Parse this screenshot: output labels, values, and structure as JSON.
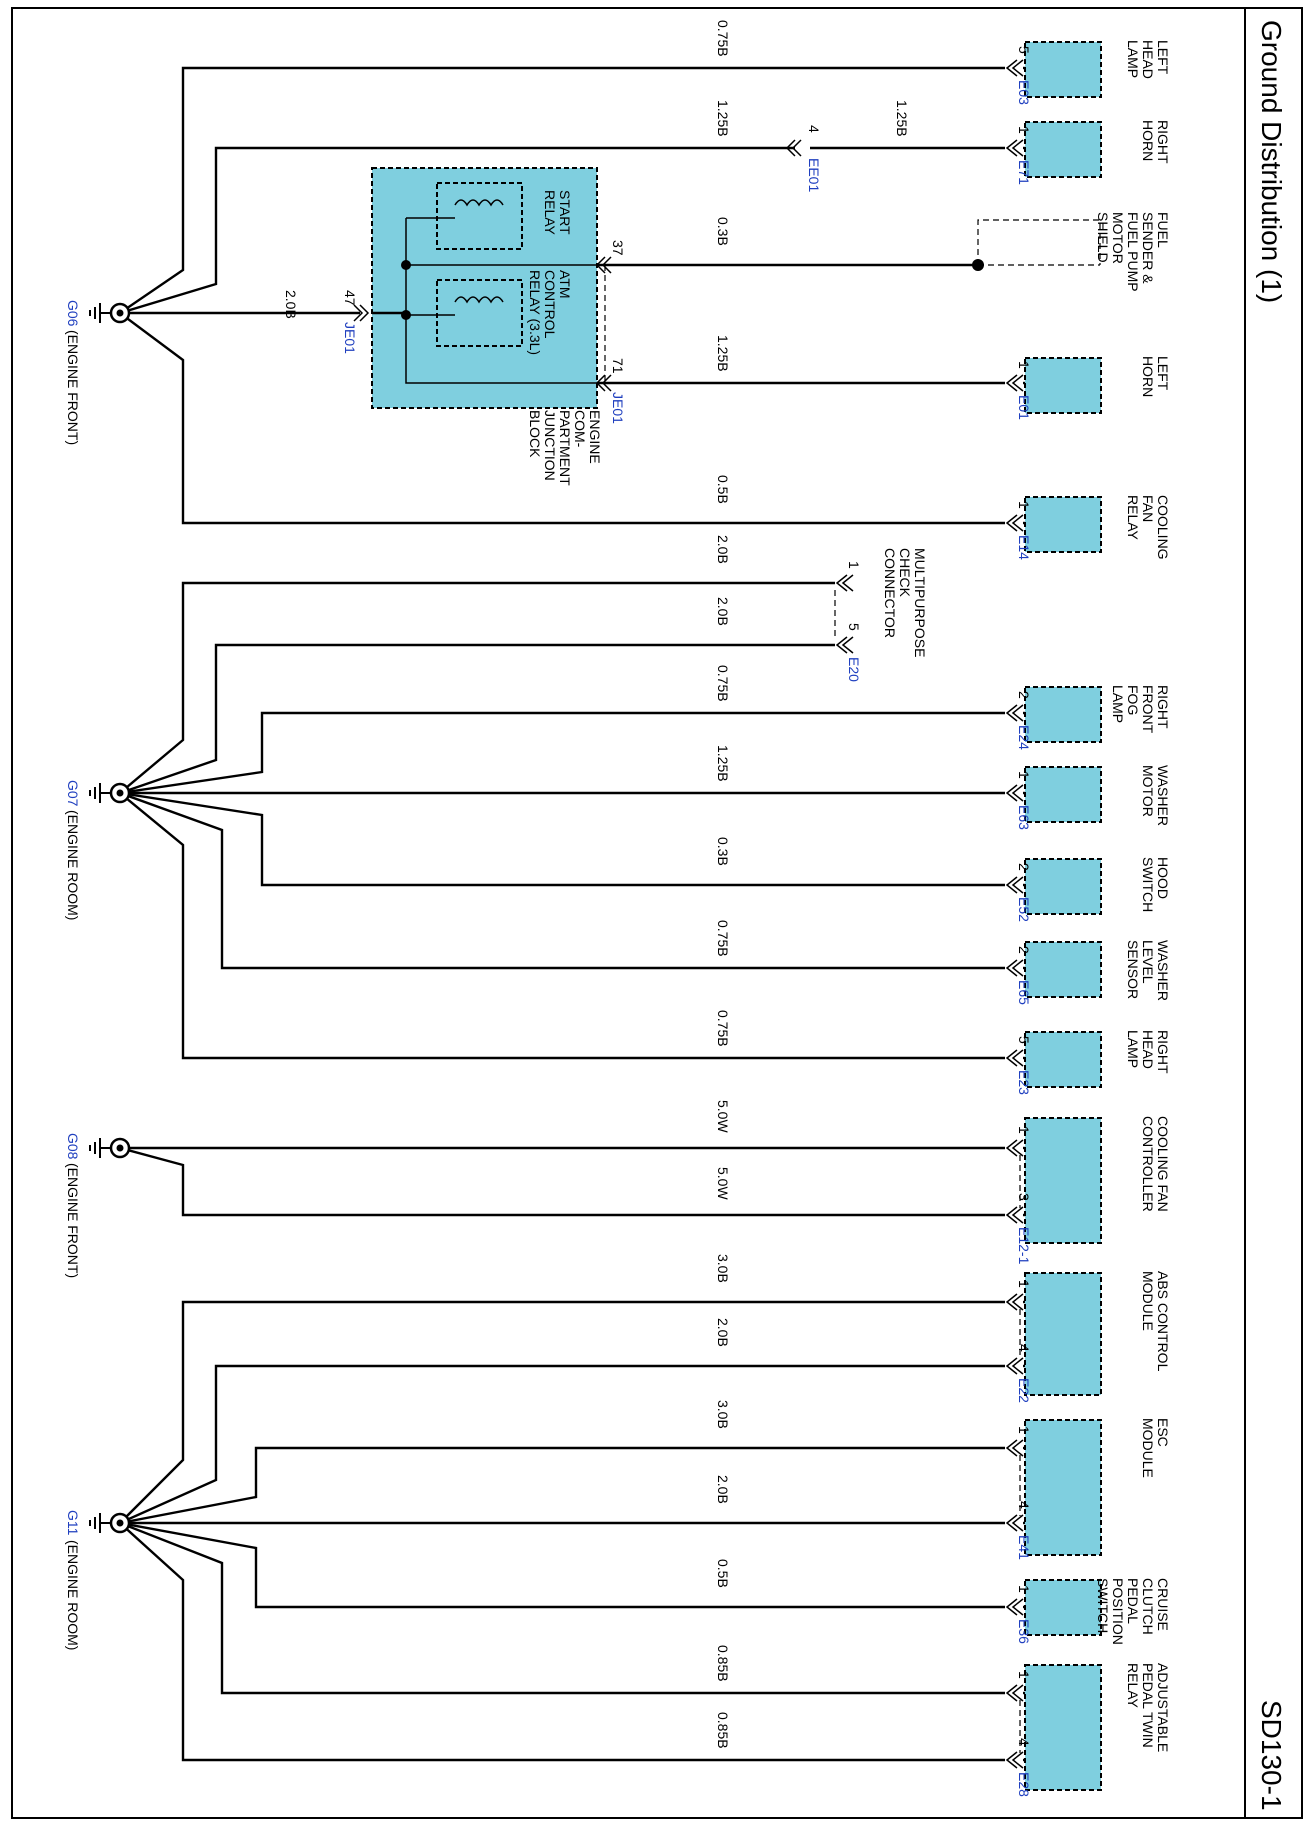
{
  "title": "Ground Distribution (1)",
  "page_code": "SD130-1",
  "grounds": [
    {
      "id": "G06",
      "location": "(ENGINE FRONT)"
    },
    {
      "id": "G07",
      "location": "(ENGINE ROOM)"
    },
    {
      "id": "G08",
      "location": "(ENGINE FRONT)"
    },
    {
      "id": "G11",
      "location": "(ENGINE ROOM)"
    }
  ],
  "components": [
    {
      "name": [
        "LEFT",
        "HEAD",
        "LAMP"
      ],
      "connector": "E03",
      "pins": [
        "5"
      ],
      "wires": [
        "0.75B"
      ]
    },
    {
      "name": [
        "RIGHT",
        "HORN"
      ],
      "connector": "E71",
      "pins": [
        "1"
      ],
      "wires": [
        "1.25B"
      ]
    },
    {
      "name": [
        "FUEL",
        "SENDER &",
        "FUEL PUMP",
        "MOTOR",
        "SHIELD"
      ],
      "connector": "",
      "pins": [],
      "wires": [
        "0.3B"
      ]
    },
    {
      "name": [
        "LEFT",
        "HORN"
      ],
      "connector": "E01",
      "pins": [
        "1"
      ],
      "wires": [
        "1.25B"
      ]
    },
    {
      "name": [
        "COOLING",
        "FAN",
        "RELAY"
      ],
      "connector": "E14",
      "pins": [
        "1"
      ],
      "wires": [
        "0.5B"
      ]
    },
    {
      "name": [
        "MULTIPURPOSE",
        "CHECK",
        "CONNECTOR"
      ],
      "connector": "E20",
      "pins": [
        "1",
        "5"
      ],
      "wires": [
        "2.0B",
        "2.0B"
      ]
    },
    {
      "name": [
        "RIGHT",
        "FRONT",
        "FOG",
        "LAMP"
      ],
      "connector": "E24",
      "pins": [
        "2"
      ],
      "wires": [
        "0.75B"
      ]
    },
    {
      "name": [
        "WASHER",
        "MOTOR"
      ],
      "connector": "E63",
      "pins": [
        "1"
      ],
      "wires": [
        "1.25B"
      ]
    },
    {
      "name": [
        "HOOD",
        "SWITCH"
      ],
      "connector": "E52",
      "pins": [
        "2"
      ],
      "wires": [
        "0.3B"
      ]
    },
    {
      "name": [
        "WASHER",
        "LEVEL",
        "SENSOR"
      ],
      "connector": "E65",
      "pins": [
        "2"
      ],
      "wires": [
        "0.75B"
      ]
    },
    {
      "name": [
        "RIGHT",
        "HEAD",
        "LAMP"
      ],
      "connector": "E23",
      "pins": [
        "5"
      ],
      "wires": [
        "0.75B"
      ]
    },
    {
      "name": [
        "COOLING FAN",
        "CONTROLLER"
      ],
      "connector": "E12-1",
      "pins": [
        "1",
        "3"
      ],
      "wires": [
        "5.0W",
        "5.0W"
      ]
    },
    {
      "name": [
        "ABS CONTROL",
        "MODULE"
      ],
      "connector": "E22",
      "pins": [
        "1",
        "4"
      ],
      "wires": [
        "3.0B",
        "2.0B"
      ]
    },
    {
      "name": [
        "ESC",
        "MODULE"
      ],
      "connector": "E41",
      "pins": [
        "1",
        "4"
      ],
      "wires": [
        "3.0B",
        "2.0B"
      ]
    },
    {
      "name": [
        "CRUISE",
        "CLUTCH",
        "PEDAL",
        "POSITION",
        "SWITCH"
      ],
      "connector": "E36",
      "pins": [
        "1"
      ],
      "wires": [
        "0.5B"
      ]
    },
    {
      "name": [
        "ADJUSTABLE",
        "PEDAL TWIN",
        "RELAY"
      ],
      "connector": "E28",
      "pins": [
        "1",
        "4"
      ],
      "wires": [
        "0.85B",
        "0.85B"
      ]
    }
  ],
  "junction_block": {
    "name": [
      "ENGINE",
      "COM-",
      "PARTMENT",
      "JUNCTION",
      "BLOCK"
    ],
    "relays": [
      [
        "START",
        "RELAY"
      ],
      [
        "ATM",
        "CONTROL",
        "RELAY (3.3L)"
      ]
    ],
    "connector": "JE01",
    "pin_ground": "47",
    "pin_37": "37",
    "pin_71": "71",
    "ground_wire": "2.0B"
  },
  "inline_connector": {
    "id": "EE01",
    "pin": "4",
    "wire": "1.25B"
  }
}
